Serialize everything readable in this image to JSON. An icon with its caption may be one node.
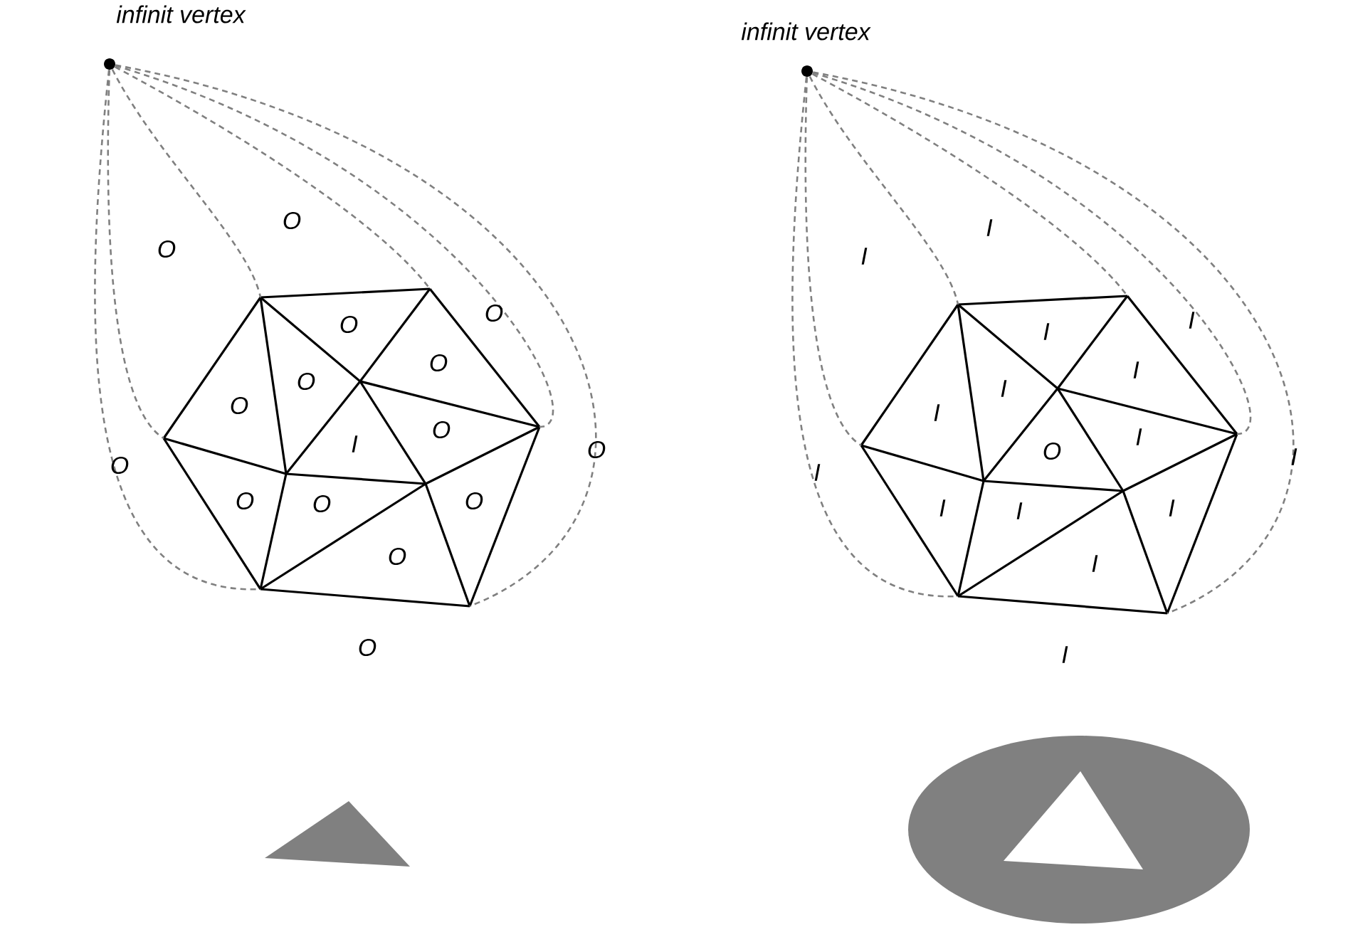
{
  "diagram": {
    "nodes": [
      {
        "text": [
          "infinit vertex"
        ]
      },
      {
        "text": [],
        "shape": "picture"
      },
      {
        "text": [
          "infinit vertex"
        ]
      },
      {
        "text": [],
        "shape": "picture"
      }
    ],
    "edges": [
      {
        "from": 0,
        "to": 1,
        "arrow": "none",
        "style": "dashed"
      },
      {
        "from": 0,
        "to": 1,
        "arrow": "none",
        "style": "dashed"
      },
      {
        "from": 0,
        "to": 1,
        "arrow": "none",
        "style": "dashed"
      },
      {
        "from": 0,
        "to": 1,
        "arrow": "none",
        "style": "dashed"
      },
      {
        "from": 0,
        "to": 1,
        "arrow": "none",
        "style": "dashed"
      },
      {
        "from": 0,
        "to": 1,
        "arrow": "none",
        "style": "dashed"
      },
      {
        "from": 2,
        "to": 3,
        "arrow": "none",
        "style": "dashed"
      },
      {
        "from": 2,
        "to": 3,
        "arrow": "none",
        "style": "dashed"
      },
      {
        "from": 2,
        "to": 3,
        "arrow": "none",
        "style": "dashed"
      },
      {
        "from": 2,
        "to": 3,
        "arrow": "none",
        "style": "dashed"
      },
      {
        "from": 2,
        "to": 3,
        "arrow": "none",
        "style": "dashed"
      },
      {
        "from": 2,
        "to": 3,
        "arrow": "none",
        "style": "dashed"
      }
    ],
    "labels": [
      "O",
      "O",
      "O",
      "O",
      "O",
      "O",
      "O",
      "O",
      "I",
      "O",
      "O",
      "O",
      "O",
      "O",
      "O",
      "O",
      "I",
      "I",
      "I",
      "I",
      "I",
      "I",
      "I",
      "I",
      "O",
      "I",
      "I",
      "I",
      "I",
      "I",
      "I",
      "I"
    ]
  }
}
